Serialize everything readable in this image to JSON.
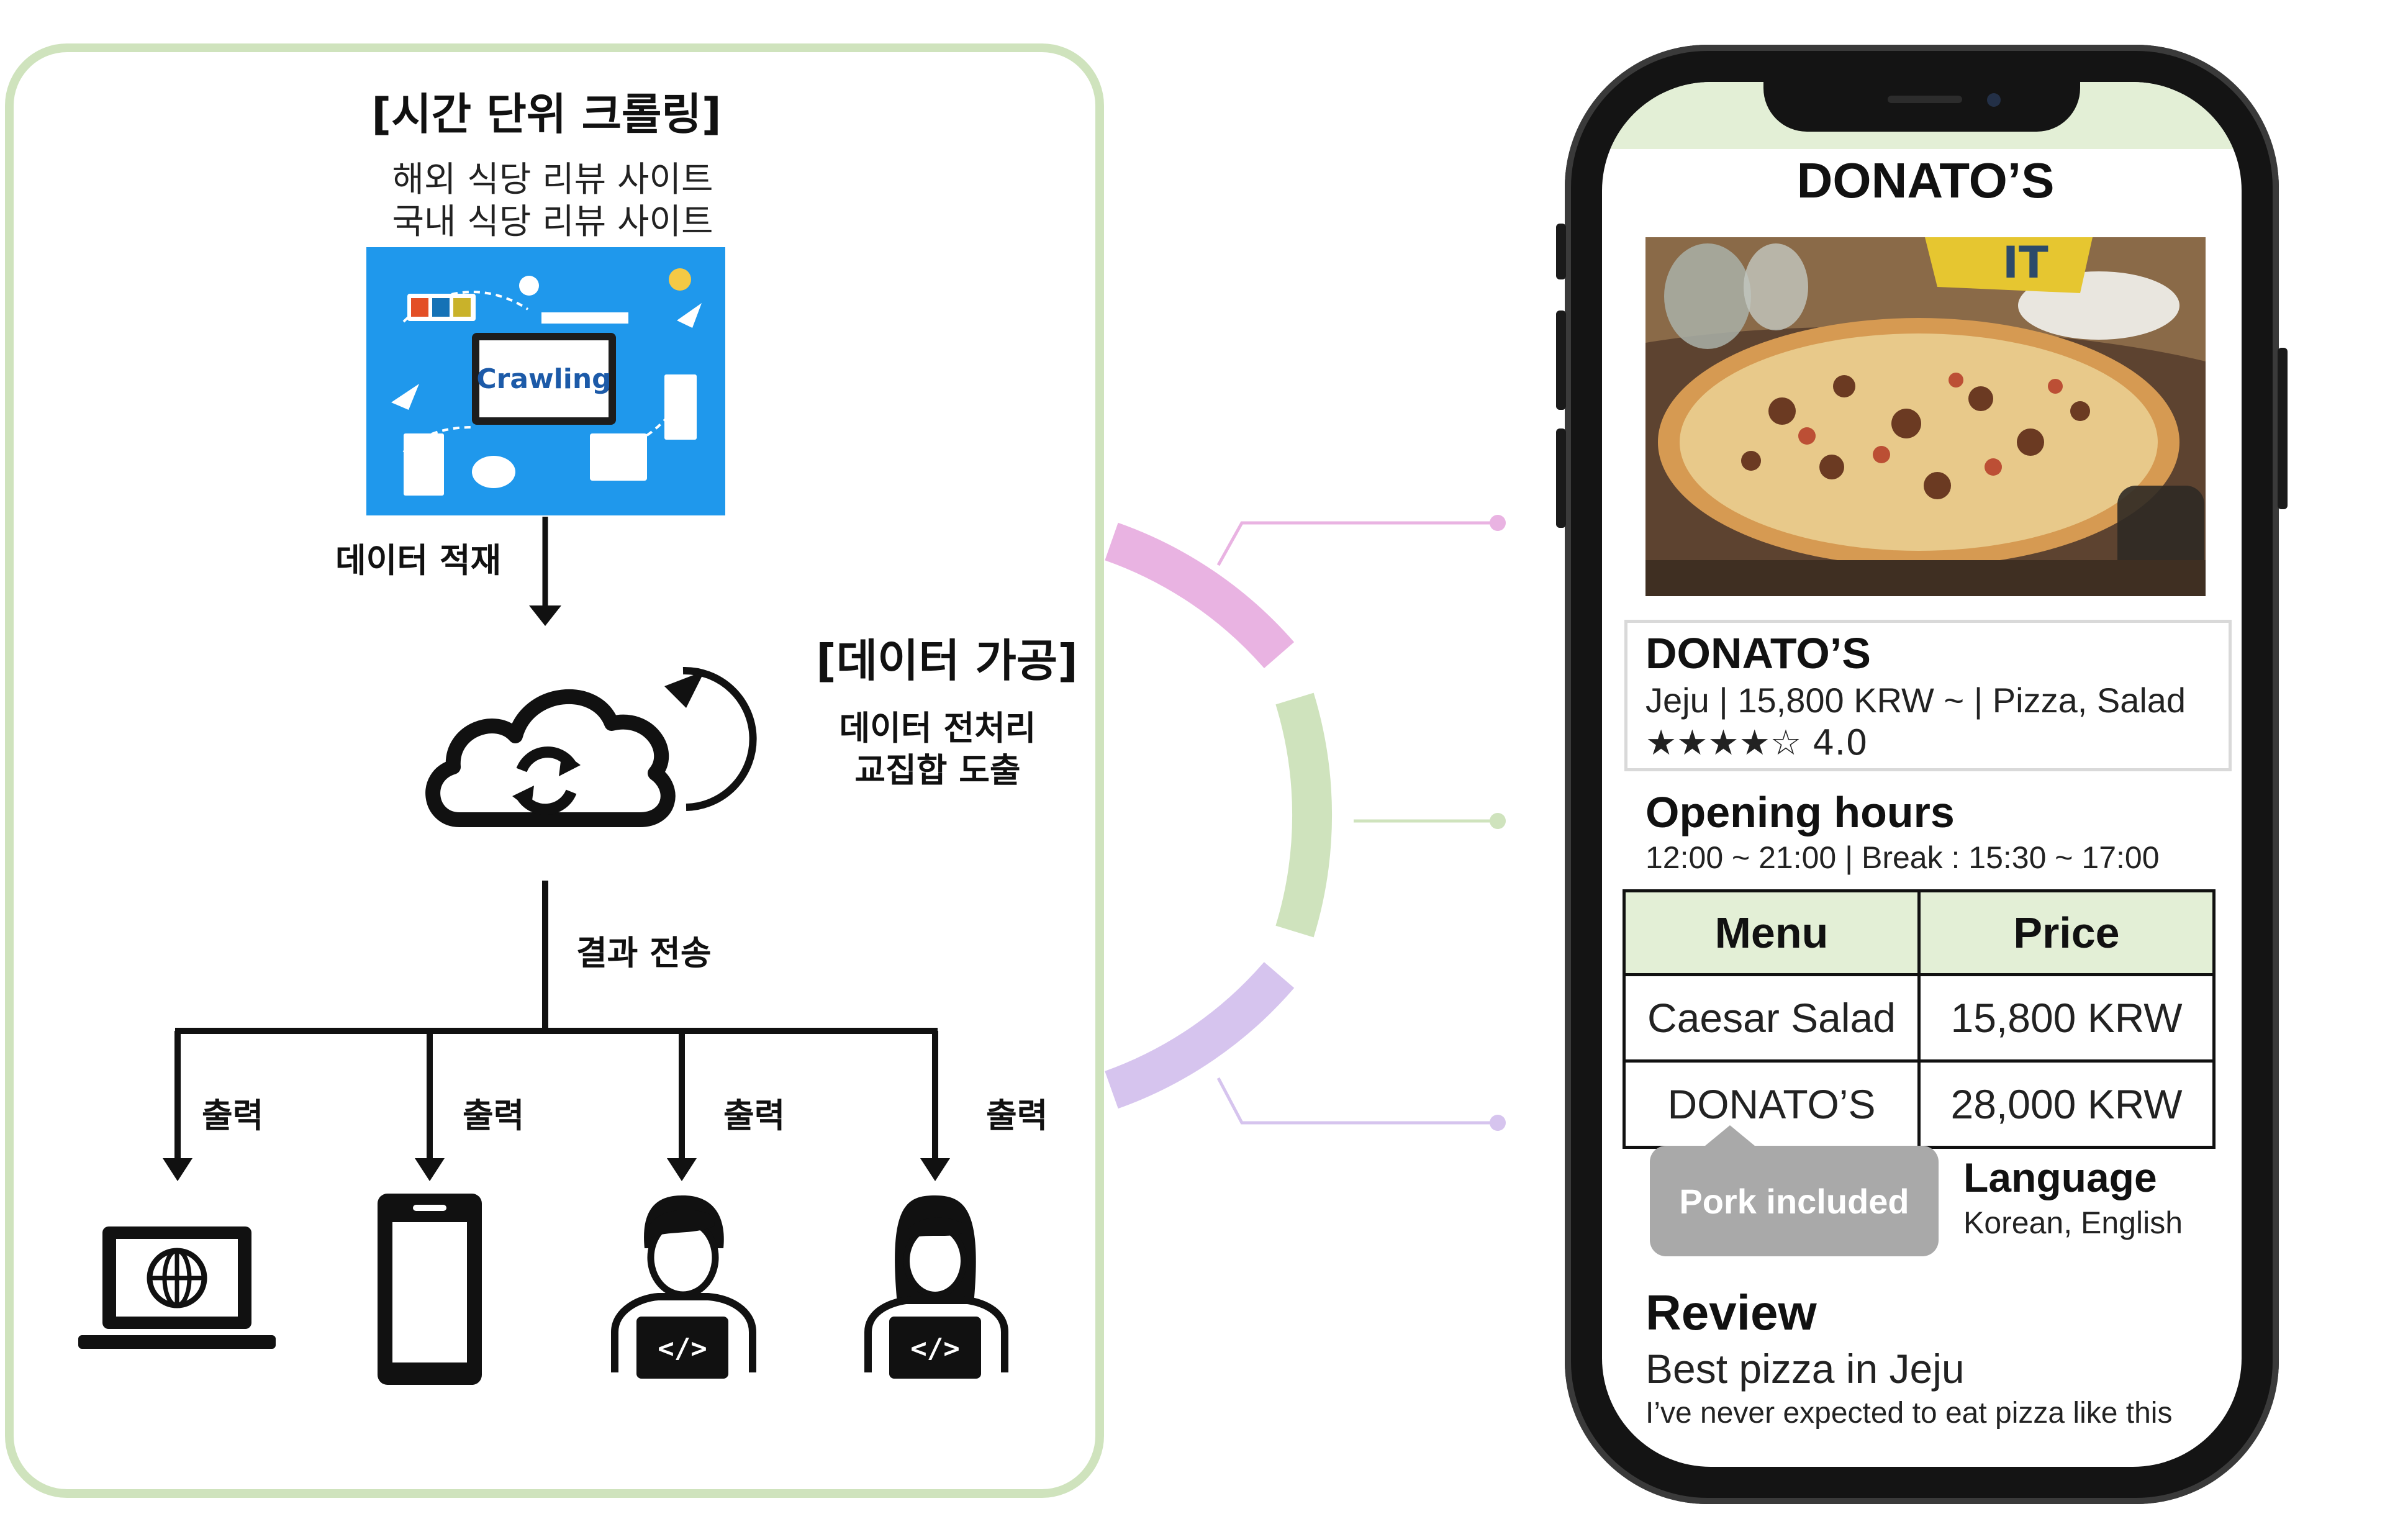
{
  "left": {
    "title": "[시간 단위 크롤링]",
    "sources": [
      "해외 식당 리뷰 사이트",
      "국내 식당 리뷰 사이트"
    ],
    "crawl_label": "Crawling",
    "store_label": "데이터 적재",
    "process_title": "[데이터 가공]",
    "process_steps": [
      "데이터 전처리",
      "교집합 도출"
    ],
    "send_label": "결과 전송",
    "output_label": "출력",
    "devices": [
      "laptop-icon",
      "smartphone-icon",
      "developer-male-icon",
      "developer-female-icon"
    ]
  },
  "arc_colors": [
    "#e9b3e2",
    "#cfe3bd",
    "#d6c4ee"
  ],
  "phone": {
    "header_title": "DONATO’S",
    "card": {
      "name": "DONATO’S",
      "details": "Jeju | 15,800 KRW ~ | Pizza, Salad",
      "rating": "★★★★☆ 4.0"
    },
    "hours": {
      "title": "Opening hours",
      "text": "12:00 ~ 21:00 | Break : 15:30 ~ 17:00"
    },
    "menu": {
      "headers": [
        "Menu",
        "Price"
      ],
      "rows": [
        [
          "Caesar Salad",
          "15,800 KRW"
        ],
        [
          "DONATO’S",
          "28,000 KRW"
        ]
      ]
    },
    "badge": "Pork included",
    "language": {
      "title": "Language",
      "text": "Korean, English"
    },
    "review": {
      "title": "Review",
      "headline": "Best pizza in Jeju",
      "text": "I’ve never expected to eat pizza like this"
    }
  }
}
